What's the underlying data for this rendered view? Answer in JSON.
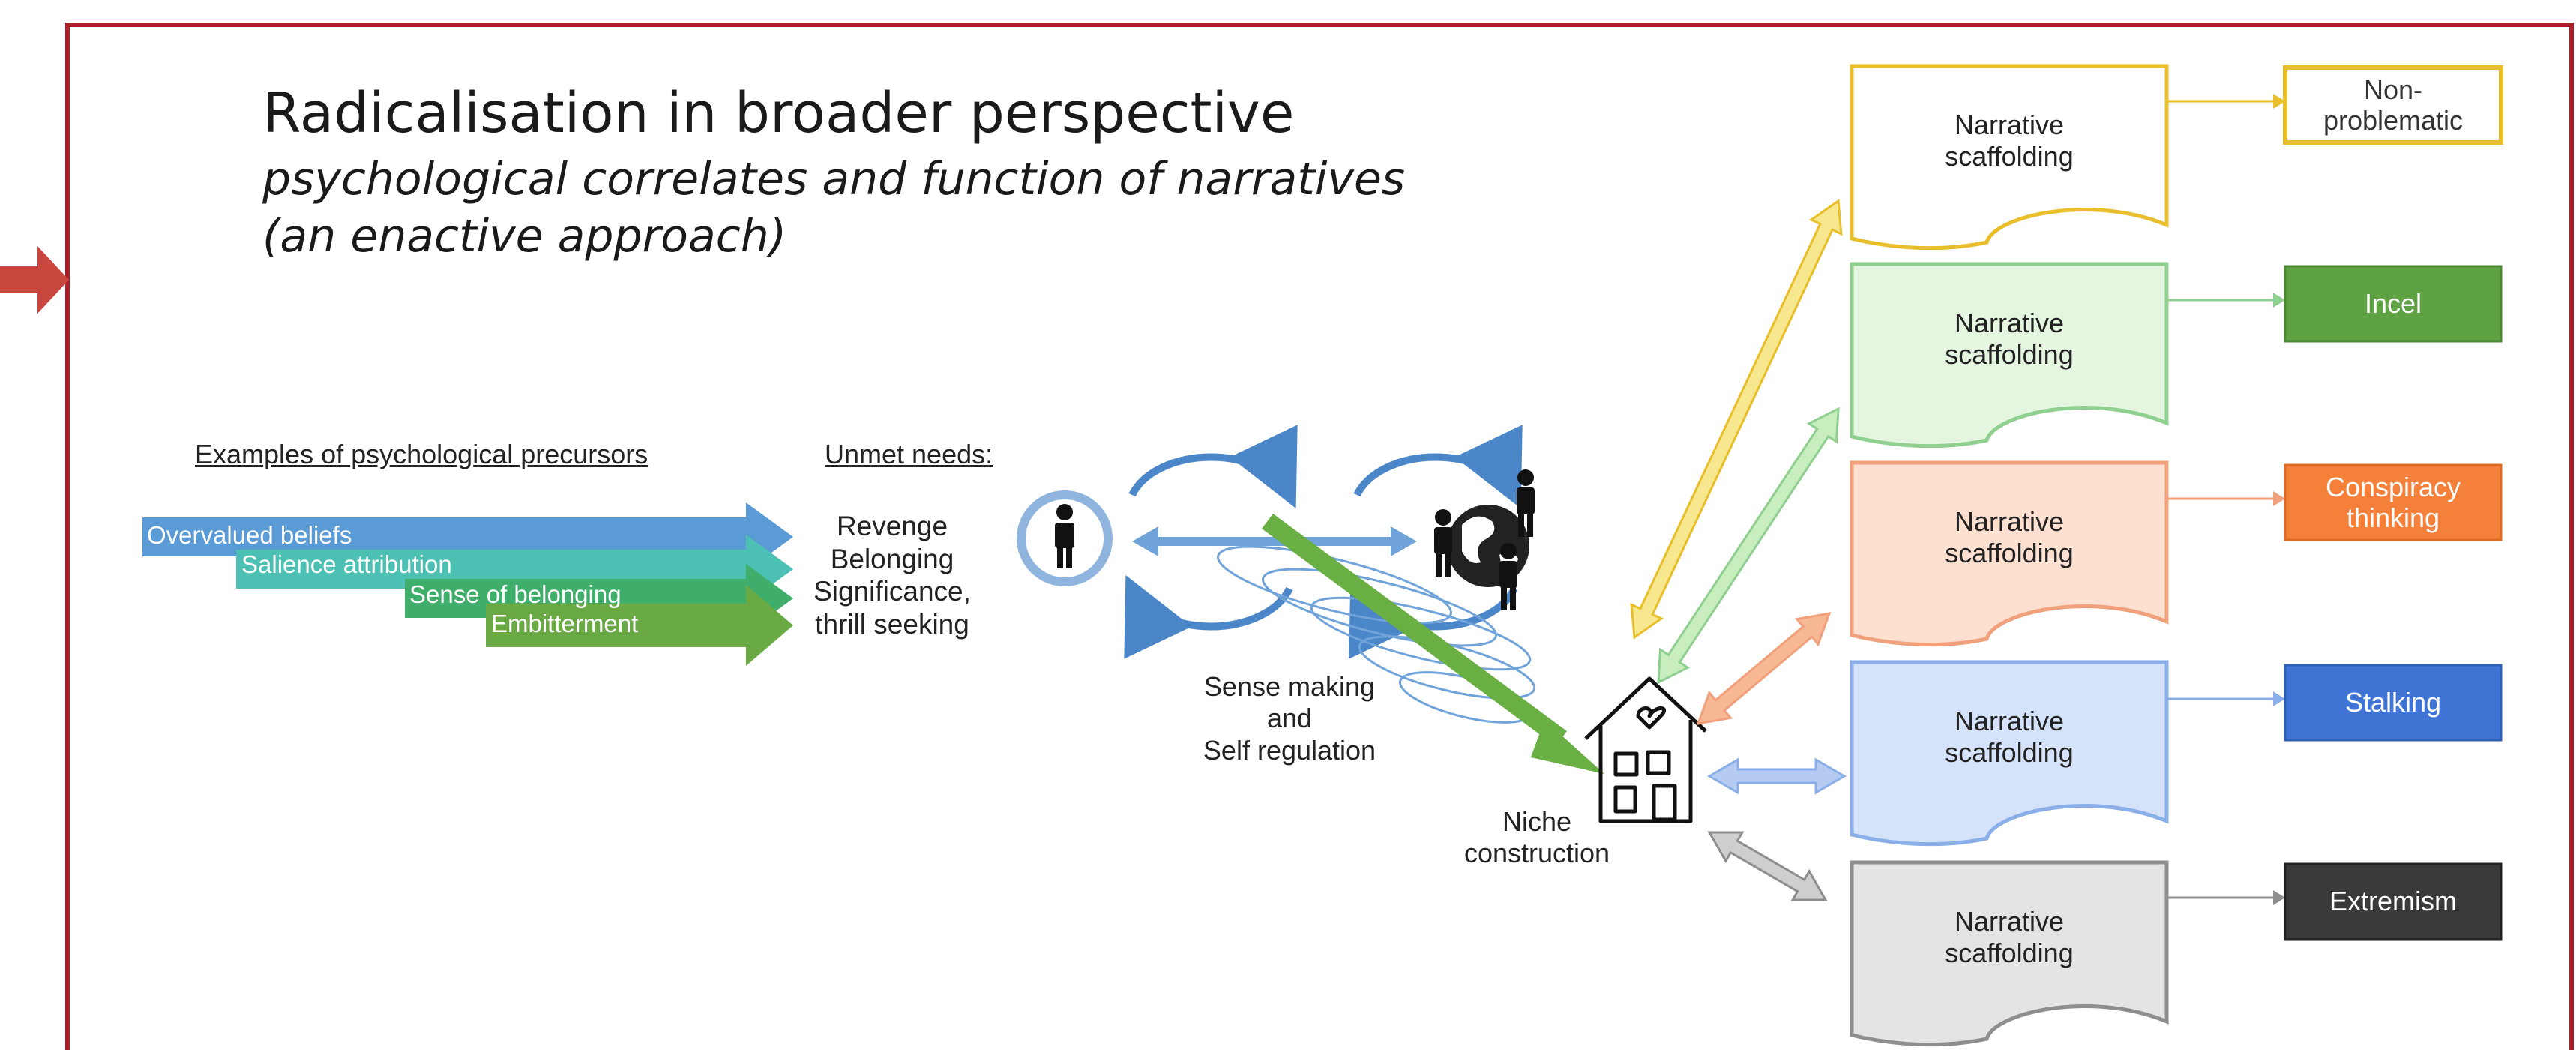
{
  "title": "Radicalisation in broader perspective",
  "subtitle_line1": "psychological  correlates and function of narratives",
  "subtitle_line2": "(an enactive approach)",
  "precursors": {
    "heading": "Examples of psychological precursors",
    "items": [
      {
        "label": "Overvalued beliefs",
        "color": "#5b9bd5"
      },
      {
        "label": "Salience attribution",
        "color": "#4bc0b3"
      },
      {
        "label": "Sense of belonging",
        "color": "#3fae6a"
      },
      {
        "label": "Embitterment",
        "color": "#6aaa45"
      }
    ]
  },
  "needs": {
    "heading": "Unmet needs:",
    "items": [
      "Revenge",
      "Belonging",
      "Significance,",
      "thrill seeking"
    ]
  },
  "process": {
    "line1": "Sense making",
    "line2": "and",
    "line3": "Self regulation"
  },
  "niche": {
    "line1": "Niche",
    "line2": "construction"
  },
  "scaffolds": [
    {
      "line1": "Narrative",
      "line2": "scaffolding",
      "border": "#e8be2a",
      "fill": "#ffffff",
      "arrow": "#f7e88f"
    },
    {
      "line1": "Narrative",
      "line2": "scaffolding",
      "border": "#8fcf8f",
      "fill": "#e4f6df",
      "arrow": "#c8eec0"
    },
    {
      "line1": "Narrative",
      "line2": "scaffolding",
      "border": "#f0a07a",
      "fill": "#fde0d0",
      "arrow": "#f7b894"
    },
    {
      "line1": "Narrative",
      "line2": "scaffolding",
      "border": "#8aaee8",
      "fill": "#d5e3fa",
      "arrow": "#b5cbf2"
    },
    {
      "line1": "Narrative",
      "line2": "scaffolding",
      "border": "#8e8e8e",
      "fill": "#e4e4e4",
      "arrow": "#cfcfcf"
    }
  ],
  "outcomes": [
    {
      "line1": "Non-",
      "line2": "problematic",
      "fill": "#ffffff",
      "border": "#e8be2a",
      "text": "#333333"
    },
    {
      "line1": "Incel",
      "line2": "",
      "fill": "#5ea244",
      "border": "#4b8a33",
      "text": "#ffffff"
    },
    {
      "line1": "Conspiracy",
      "line2": "thinking",
      "fill": "#f4803a",
      "border": "#e06a22",
      "text": "#ffffff"
    },
    {
      "line1": "Stalking",
      "line2": "",
      "fill": "#3f74d4",
      "border": "#2e5fb5",
      "text": "#ffffff"
    },
    {
      "line1": "Extremism",
      "line2": "",
      "fill": "#3a3a3a",
      "border": "#222222",
      "text": "#ffffff"
    }
  ],
  "colors": {
    "frame": "#b0202a",
    "marker_arrow": "#c9463e",
    "main_arrow": "#6aaf44",
    "loop_blue": "#4a86c8"
  }
}
